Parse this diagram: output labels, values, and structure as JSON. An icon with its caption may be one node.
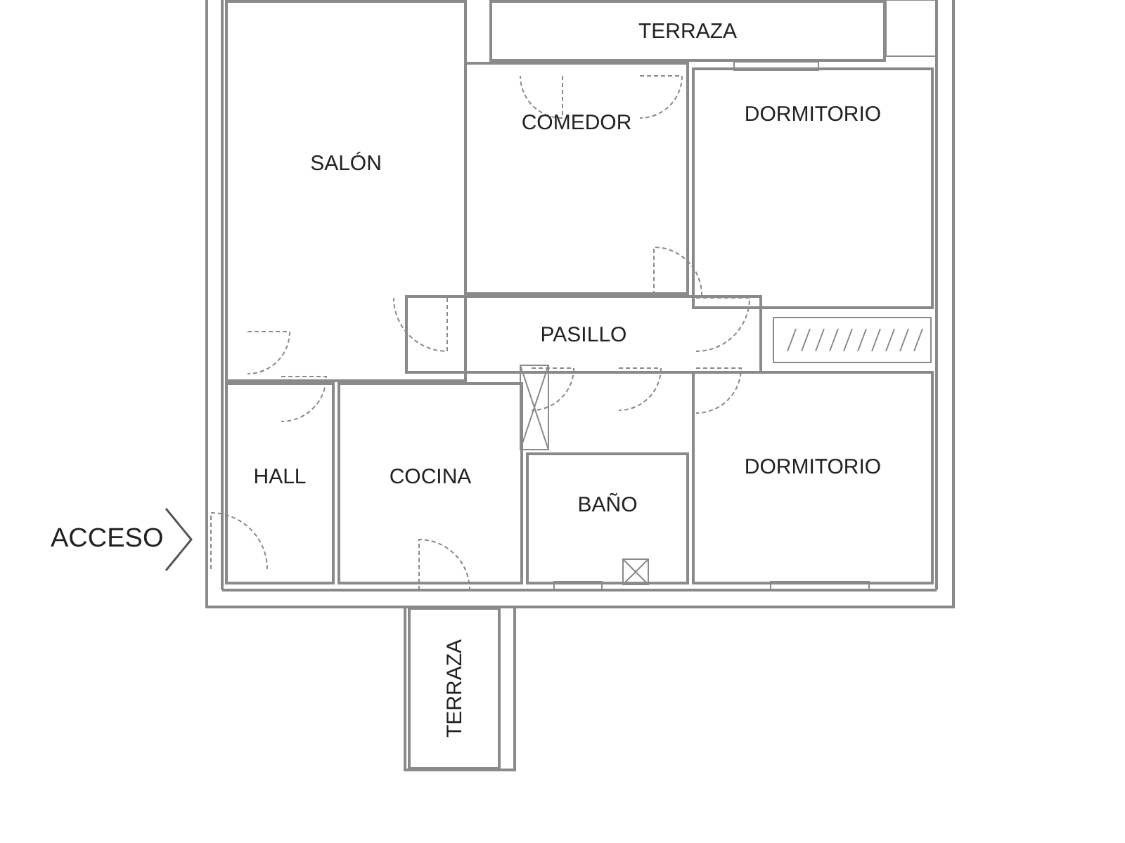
{
  "diagram": {
    "nodes": [
      {
        "text": [
          "TERRAZA"
        ]
      },
      {
        "text": [
          "SALÓN"
        ]
      },
      {
        "text": [
          "COMEDOR"
        ]
      },
      {
        "text": [
          "DORMITORIO"
        ]
      },
      {
        "text": [
          "PASILLO"
        ]
      },
      {
        "text": [
          "HALL"
        ]
      },
      {
        "text": [
          "COCINA"
        ]
      },
      {
        "text": [
          "BAÑO"
        ]
      },
      {
        "text": [
          "DORMITORIO"
        ]
      },
      {
        "text": [
          "TERRAZA"
        ]
      }
    ],
    "labels": [
      "ACCESO"
    ]
  }
}
